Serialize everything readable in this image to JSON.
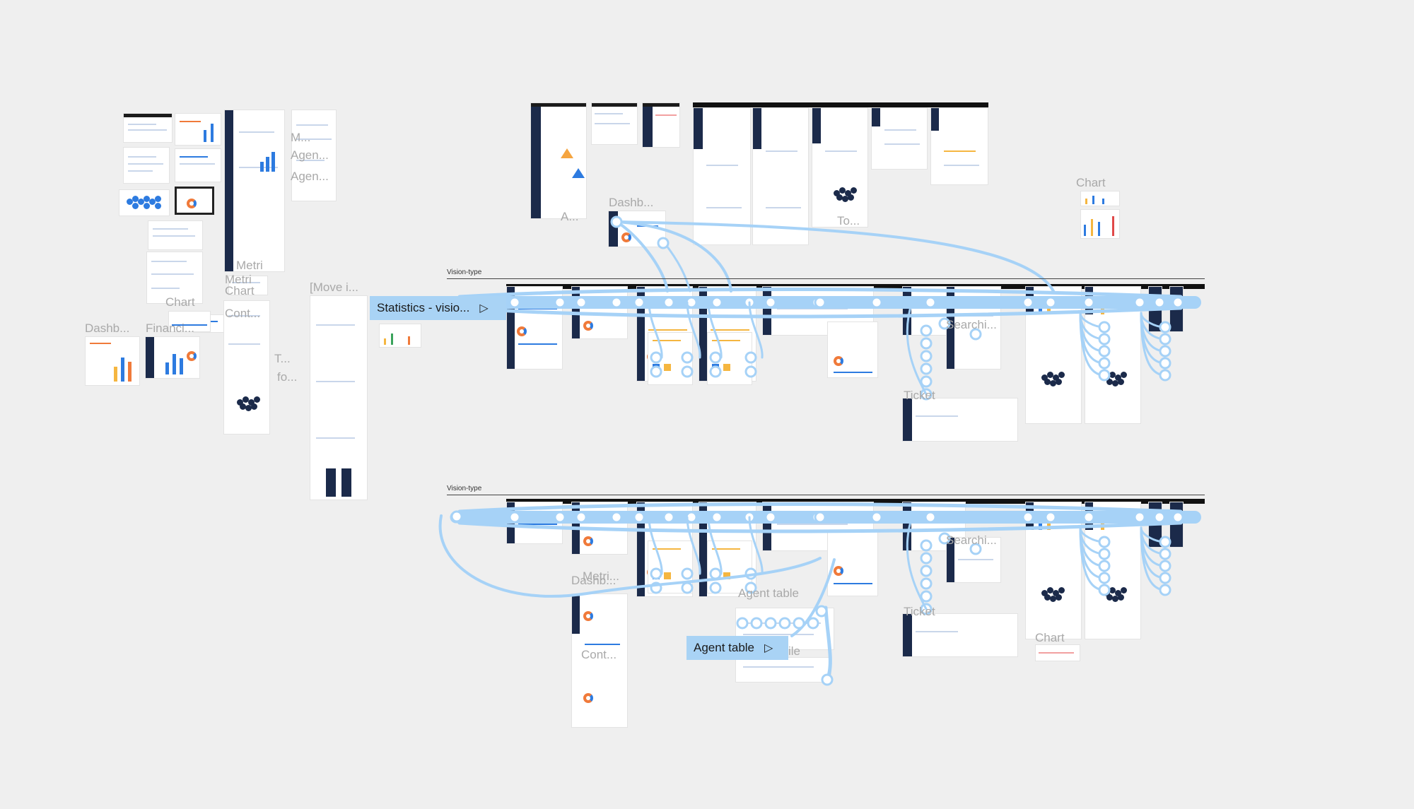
{
  "canvas": {
    "background": "#efefef",
    "accent_color": "#a6d2f7",
    "brand_blue": "#2d7be0",
    "sidebar_navy": "#1b2a4a",
    "donut_orange": "#f07a3a"
  },
  "sections": {
    "vision_type_1": "Vision-type",
    "vision_type_2": "Vision-type"
  },
  "frame_labels": {
    "m": "M...",
    "agen_1": "Agen...",
    "agen_2": "Agen...",
    "metri_1": "Metri",
    "metri_2": "Metri",
    "chart_1": "Chart",
    "chart_2": "Chart",
    "cont_1": "Cont...",
    "move": "[Move i...",
    "dashb_1": "Dashb...",
    "financ": "Financi...",
    "t": "T...",
    "fo": "fo...",
    "a": "A...",
    "dashb_2": "Dashb...",
    "to": "To...",
    "chart_3": "Chart",
    "searchi_1": "Searchi...",
    "ticket_1": "Ticket",
    "metri_3": "Metri...",
    "dashb_3": "Dashb...",
    "agent_table_label": "Agent table",
    "ile": "ile",
    "cont_2": "Cont...",
    "searchi_2": "Searchi...",
    "ticket_2": "Ticket",
    "chart_4": "Chart"
  },
  "prototype_starts": {
    "statistics": "Statistics - visio...",
    "agent_table": "Agent table"
  },
  "icons": {
    "play": "play-icon"
  }
}
